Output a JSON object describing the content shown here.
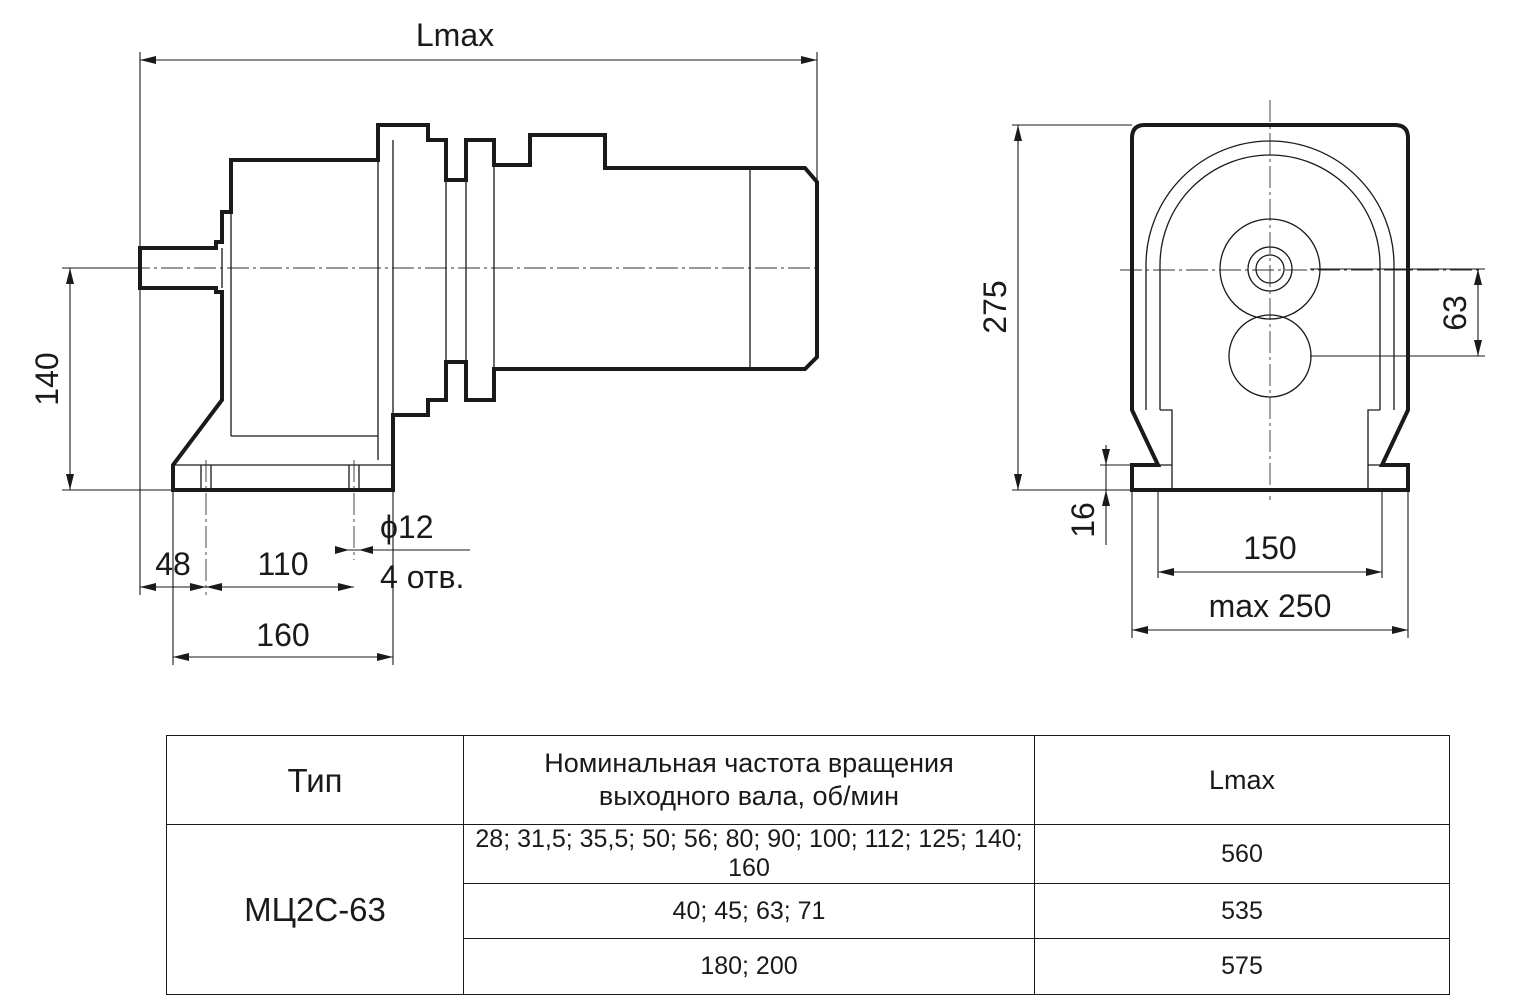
{
  "drawing": {
    "labels": {
      "lmax": "Lmax",
      "height_140": "140",
      "dim_48": "48",
      "dim_110": "110",
      "dim_160": "160",
      "hole_dia": "ϕ12",
      "holes": "4 отв.",
      "height_275": "275",
      "dim_63": "63",
      "dim_16": "16",
      "dim_150": "150",
      "max_250": "max 250"
    }
  },
  "table": {
    "headers": {
      "type": "Тип",
      "speed_line1": "Номинальная частота вращения",
      "speed_line2": "выходного вала, об/мин",
      "lmax": "Lmax"
    },
    "type_value": "МЦ2С-63",
    "rows": [
      {
        "speeds": "28; 31,5; 35,5; 50; 56; 80; 90; 100; 112; 125; 140; 160",
        "lmax": "560"
      },
      {
        "speeds": "40; 45; 63; 71",
        "lmax": "535"
      },
      {
        "speeds": "180; 200",
        "lmax": "575"
      }
    ]
  }
}
